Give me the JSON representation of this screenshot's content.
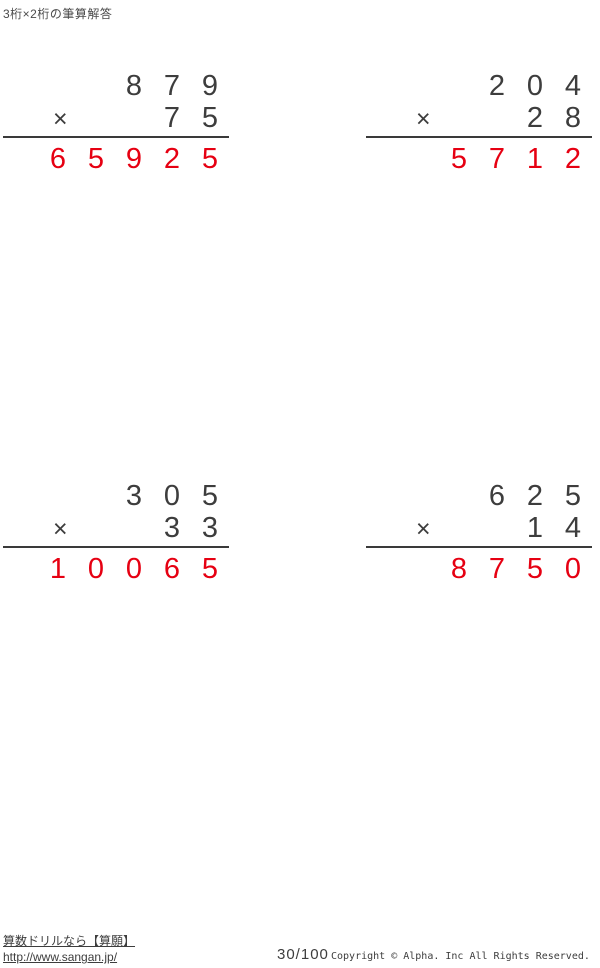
{
  "header": {
    "title": "3桁×2桁の筆算解答"
  },
  "colors": {
    "problem_digit": "#3d3d3d",
    "answer_red": "#e60012",
    "rule_line": "#3a3a3a"
  },
  "problems": [
    {
      "multiplicand": "879",
      "operator": "×",
      "multiplier": "75",
      "answer": "65925"
    },
    {
      "multiplicand": "204",
      "operator": "×",
      "multiplier": "28",
      "answer": "5712"
    },
    {
      "multiplicand": "305",
      "operator": "×",
      "multiplier": "33",
      "answer": "10065"
    },
    {
      "multiplicand": "625",
      "operator": "×",
      "multiplier": "14",
      "answer": "8750"
    }
  ],
  "footer": {
    "site_label": "算数ドリルなら【算願】",
    "site_url": "http://www.sangan.jp/",
    "page_number": "30/100",
    "copyright": "Copyright © Alpha. Inc All Rights Reserved."
  }
}
